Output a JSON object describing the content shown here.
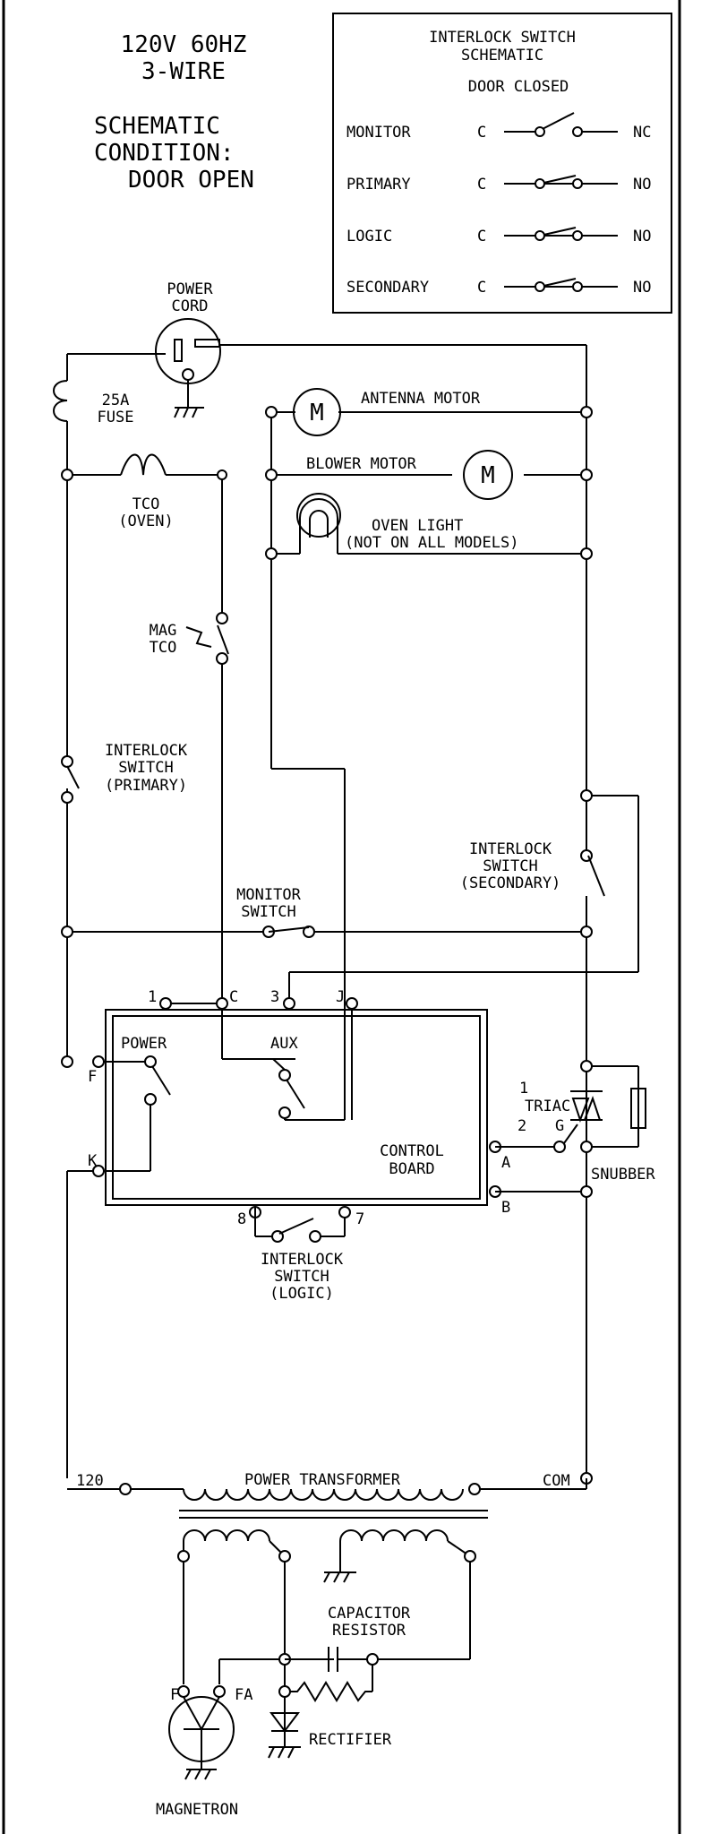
{
  "header": {
    "supply_line1": "120V 60HZ",
    "supply_line2": "3-WIRE",
    "condition_line1": "SCHEMATIC",
    "condition_line2": "CONDITION:",
    "condition_line3": "DOOR OPEN"
  },
  "interlock_schematic": {
    "title_line1": "INTERLOCK SWITCH",
    "title_line2": "SCHEMATIC",
    "state": "DOOR CLOSED",
    "rows": [
      {
        "name": "MONITOR",
        "common": "C",
        "contact": "NC"
      },
      {
        "name": "PRIMARY",
        "common": "C",
        "contact": "NO"
      },
      {
        "name": "LOGIC",
        "common": "C",
        "contact": "NO"
      },
      {
        "name": "SECONDARY",
        "common": "C",
        "contact": "NO"
      }
    ]
  },
  "components": {
    "power_cord_l1": "POWER",
    "power_cord_l2": "CORD",
    "fuse_l1": "25A",
    "fuse_l2": "FUSE",
    "antenna_motor": "ANTENNA MOTOR",
    "blower_motor": "BLOWER MOTOR",
    "motor_symbol": "M",
    "oven_light_l1": "OVEN LIGHT",
    "oven_light_l2": "(NOT ON ALL MODELS)",
    "tco_oven_l1": "TCO",
    "tco_oven_l2": "(OVEN)",
    "mag_tco_l1": "MAG",
    "mag_tco_l2": "TCO",
    "interlock_primary_l1": "INTERLOCK",
    "interlock_primary_l2": "SWITCH",
    "interlock_primary_l3": "(PRIMARY)",
    "interlock_secondary_l1": "INTERLOCK",
    "interlock_secondary_l2": "SWITCH",
    "interlock_secondary_l3": "(SECONDARY)",
    "monitor_switch_l1": "MONITOR",
    "monitor_switch_l2": "SWITCH",
    "control_board_l1": "CONTROL",
    "control_board_l2": "BOARD",
    "power_relay": "POWER",
    "aux_relay": "AUX",
    "triac": "TRIAC",
    "snubber": "SNUBBER",
    "interlock_logic_l1": "INTERLOCK",
    "interlock_logic_l2": "SWITCH",
    "interlock_logic_l3": "(LOGIC)",
    "power_transformer": "POWER TRANSFORMER",
    "tap_120": "120",
    "tap_com": "COM",
    "capacitor_l1": "CAPACITOR",
    "capacitor_l2": "RESISTOR",
    "rectifier": "RECTIFIER",
    "magnetron": "MAGNETRON"
  },
  "terminals": {
    "t1": "1",
    "tC": "C",
    "t3": "3",
    "tJ": "J",
    "tF": "F",
    "tK": "K",
    "tA": "A",
    "tB": "B",
    "t8": "8",
    "t7": "7",
    "triac_1": "1",
    "triac_2": "2",
    "triac_G": "G",
    "mag_F": "F",
    "mag_FA": "FA"
  }
}
